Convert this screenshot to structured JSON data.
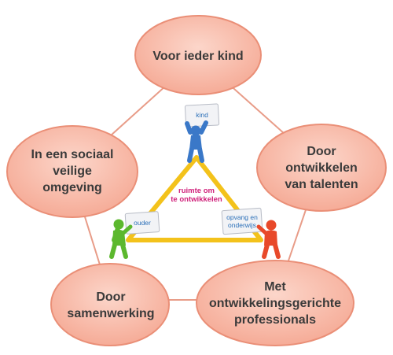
{
  "ovals": [
    {
      "id": "top",
      "label": "Voor ieder kind"
    },
    {
      "id": "right",
      "label": "Door\nontwikkelen\nvan talenten"
    },
    {
      "id": "bottom-right",
      "label": "Met\nontwikkelingsgerichte\nprofessionals"
    },
    {
      "id": "bottom-left",
      "label": "Door\nsamenwerking"
    },
    {
      "id": "left",
      "label": "In een sociaal\nveilige\nomgeving"
    }
  ],
  "center": {
    "label": "ruimte om\nte ontwikkelen"
  },
  "figures": [
    {
      "id": "kind",
      "sign": "kind",
      "color": "#3a78c8"
    },
    {
      "id": "ouder",
      "sign": "ouder",
      "color": "#5cb82e"
    },
    {
      "id": "opvang",
      "sign": "opvang en\nonderwijs",
      "color": "#e8492a"
    }
  ],
  "colors": {
    "oval_fill": "#f7b3a1",
    "oval_stroke": "#ea8f77",
    "pentagon": "#e89c88",
    "triangle": "#f3c21b",
    "center_text": "#d0207a",
    "sign_text": "#2a6fb8"
  }
}
